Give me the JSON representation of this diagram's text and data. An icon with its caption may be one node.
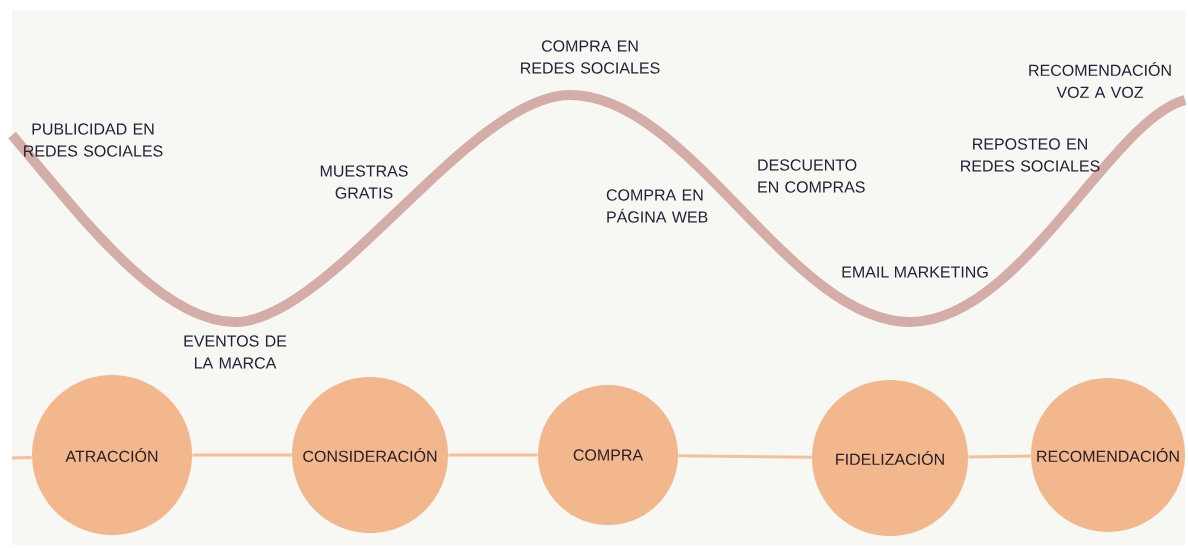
{
  "diagram": {
    "nodes": [
      {
        "text": [
          "ATRACCIÓN"
        ]
      },
      {
        "text": [
          "CONSIDERACIÓN"
        ]
      },
      {
        "text": [
          "COMPRA"
        ]
      },
      {
        "text": [
          "FIDELIZACIÓN"
        ]
      },
      {
        "text": [
          "RECOMENDACIÓN"
        ]
      }
    ],
    "edges": [
      {
        "from": null,
        "to": 0,
        "arrow": "none"
      },
      {
        "from": 0,
        "to": 1,
        "arrow": "none"
      },
      {
        "from": 1,
        "to": 2,
        "arrow": "none"
      },
      {
        "from": 2,
        "to": 3,
        "arrow": "none"
      },
      {
        "from": 3,
        "to": 4,
        "arrow": "none"
      }
    ],
    "labels": [
      "COMPRA EN REDES SOCIALES",
      "RECOMENDACIÓN VOZ A VOZ",
      "PUBLICIDAD EN REDES SOCIALES",
      "REPOSTEO EN REDES SOCIALES",
      "DESCUENTO EN COMPRAS",
      "MUESTRAS GRATIS",
      "COMPRA EN PÁGINA WEB",
      "EMAIL MARKETING",
      "EVENTOS DE LA MARCA"
    ]
  }
}
